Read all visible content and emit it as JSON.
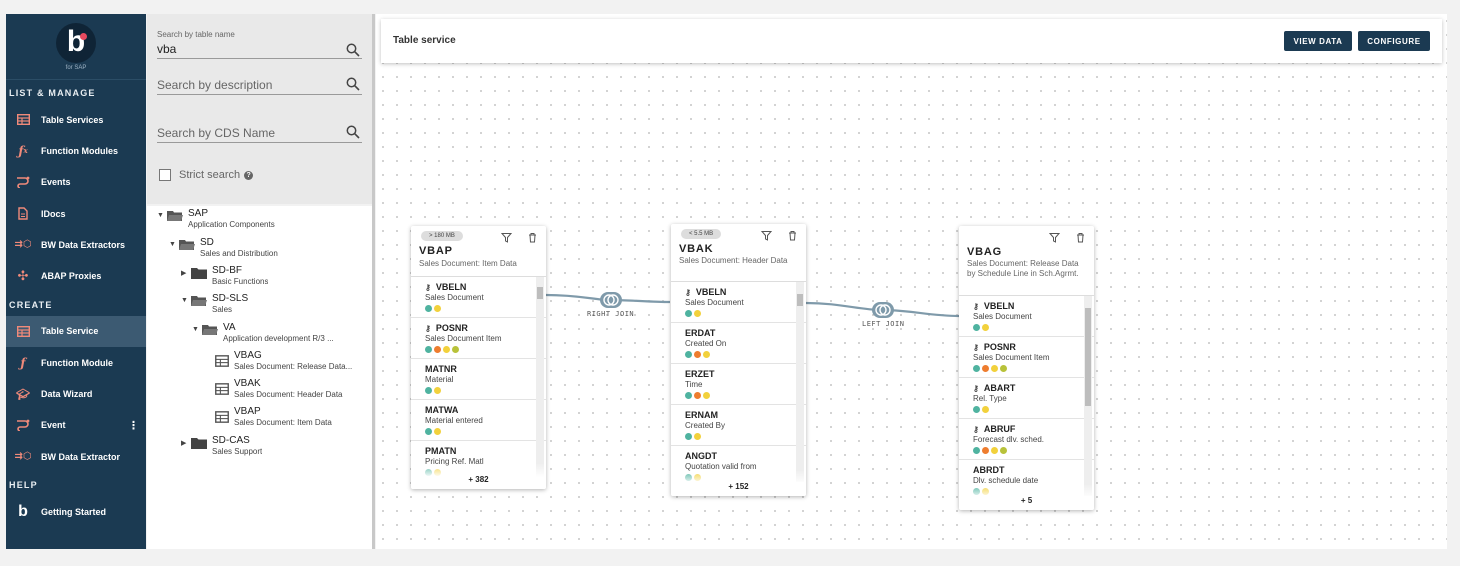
{
  "sidebar": {
    "logo_sub": "for SAP",
    "sections": [
      {
        "label": "LIST & MANAGE",
        "items": [
          {
            "label": "Table Services",
            "icon": "table-icon"
          },
          {
            "label": "Function Modules",
            "icon": "function-icon"
          },
          {
            "label": "Events",
            "icon": "events-icon"
          },
          {
            "label": "IDocs",
            "icon": "document-icon"
          },
          {
            "label": "BW Data Extractors",
            "icon": "extractor-icon"
          },
          {
            "label": "ABAP Proxies",
            "icon": "proxy-icon"
          }
        ]
      },
      {
        "label": "CREATE",
        "items": [
          {
            "label": "Table Service",
            "icon": "table-icon",
            "active": true
          },
          {
            "label": "Function Module",
            "icon": "function-icon"
          },
          {
            "label": "Data Wizard",
            "icon": "wizard-icon"
          },
          {
            "label": "Event",
            "icon": "events-icon"
          },
          {
            "label": "BW Data Extractor",
            "icon": "extractor-icon"
          }
        ]
      },
      {
        "label": "HELP",
        "items": [
          {
            "label": "Getting Started",
            "icon": "logo-b-icon"
          }
        ]
      }
    ]
  },
  "search": {
    "table_label": "Search by table name",
    "table_value": "vba",
    "description_placeholder": "Search by description",
    "cds_placeholder": "Search by CDS Name",
    "strict_label": "Strict search"
  },
  "tree": [
    {
      "name": "SAP",
      "desc": "Application Components"
    },
    {
      "name": "SD",
      "desc": "Sales and Distribution"
    },
    {
      "name": "SD-BF",
      "desc": "Basic Functions"
    },
    {
      "name": "SD-SLS",
      "desc": "Sales"
    },
    {
      "name": "VA",
      "desc": "Application development R/3 ..."
    },
    {
      "name": "VBAG",
      "desc": "Sales Document: Release Data..."
    },
    {
      "name": "VBAK",
      "desc": "Sales Document: Header Data"
    },
    {
      "name": "VBAP",
      "desc": "Sales Document: Item Data"
    },
    {
      "name": "SD-CAS",
      "desc": "Sales Support"
    }
  ],
  "topbar": {
    "title": "Table service",
    "view_data": "VIEW DATA",
    "configure": "CONFIGURE"
  },
  "colors": {
    "teal": "#4fb3a0",
    "yellow": "#f2d13c",
    "orange": "#ee7d2f",
    "olive": "#b8c23a",
    "navy": "#1b3a52"
  },
  "cards": [
    {
      "size": "> 180 MB",
      "name": "VBAP",
      "desc": "Sales Document: Item Data",
      "more": "+ 382",
      "fields": [
        {
          "name": "VBELN",
          "desc": "Sales Document",
          "key": true,
          "dots": [
            "teal",
            "yellow"
          ]
        },
        {
          "name": "POSNR",
          "desc": "Sales Document Item",
          "key": true,
          "dots": [
            "teal",
            "orange",
            "yellow",
            "olive"
          ]
        },
        {
          "name": "MATNR",
          "desc": "Material",
          "key": false,
          "dots": [
            "teal",
            "yellow"
          ]
        },
        {
          "name": "MATWA",
          "desc": "Material entered",
          "key": false,
          "dots": [
            "teal",
            "yellow"
          ]
        },
        {
          "name": "PMATN",
          "desc": "Pricing Ref. Matl",
          "key": false,
          "dots": [
            "teal",
            "yellow"
          ]
        }
      ]
    },
    {
      "size": "< 5.5 MB",
      "name": "VBAK",
      "desc": "Sales Document: Header Data",
      "more": "+ 152",
      "fields": [
        {
          "name": "VBELN",
          "desc": "Sales Document",
          "key": true,
          "dots": [
            "teal",
            "yellow"
          ]
        },
        {
          "name": "ERDAT",
          "desc": "Created On",
          "key": false,
          "dots": [
            "teal",
            "orange",
            "yellow"
          ]
        },
        {
          "name": "ERZET",
          "desc": "Time",
          "key": false,
          "dots": [
            "teal",
            "orange",
            "yellow"
          ]
        },
        {
          "name": "ERNAM",
          "desc": "Created By",
          "key": false,
          "dots": [
            "teal",
            "yellow"
          ]
        },
        {
          "name": "ANGDT",
          "desc": "Quotation valid from",
          "key": false,
          "dots": [
            "teal",
            "yellow"
          ]
        }
      ]
    },
    {
      "size": "",
      "name": "VBAG",
      "desc": "Sales Document: Release Data by Schedule Line in Sch.Agrmt.",
      "more": "+ 5",
      "fields": [
        {
          "name": "VBELN",
          "desc": "Sales Document",
          "key": true,
          "dots": [
            "teal",
            "yellow"
          ]
        },
        {
          "name": "POSNR",
          "desc": "Sales Document Item",
          "key": true,
          "dots": [
            "teal",
            "orange",
            "yellow",
            "olive"
          ]
        },
        {
          "name": "ABART",
          "desc": "Rel. Type",
          "key": true,
          "dots": [
            "teal",
            "yellow"
          ]
        },
        {
          "name": "ABRUF",
          "desc": "Forecast dlv. sched.",
          "key": true,
          "dots": [
            "teal",
            "orange",
            "yellow",
            "olive"
          ]
        },
        {
          "name": "ABRDT",
          "desc": "Dlv. schedule date",
          "key": false,
          "dots": [
            "teal",
            "yellow"
          ]
        }
      ]
    }
  ],
  "joins": [
    {
      "label": "RIGHT JOIN"
    },
    {
      "label": "LEFT JOIN"
    }
  ]
}
